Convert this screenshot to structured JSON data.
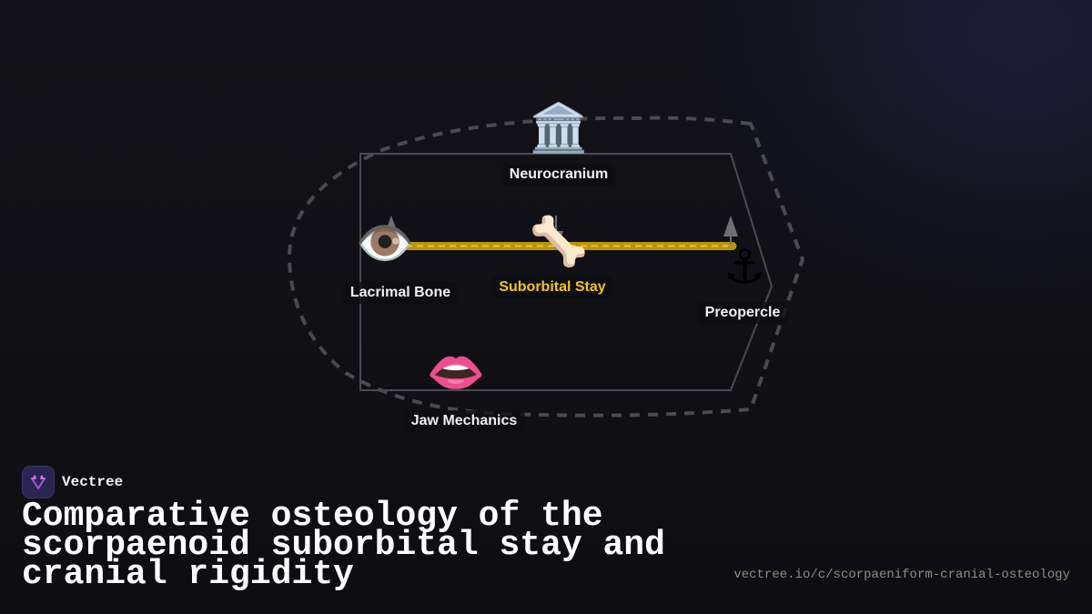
{
  "diagram": {
    "nodes": {
      "neurocranium": {
        "label": "Neurocranium",
        "icon": "classical-building-icon",
        "glyph": "🏛️"
      },
      "lacrimal": {
        "label": "Lacrimal Bone",
        "icon": "eye-icon",
        "glyph": "👁️"
      },
      "suborbital": {
        "label": "Suborbital Stay",
        "icon": "bone-icon",
        "glyph": "🦴"
      },
      "preopercle": {
        "label": "Preopercle",
        "icon": "anchor-icon",
        "glyph": "⚓"
      },
      "jaw": {
        "label": "Jaw Mechanics",
        "icon": "mouth-icon",
        "glyph": "👄"
      }
    },
    "colors": {
      "stay_bar": "#b8950f",
      "stay_dash": "#f5c21b",
      "accent_label": "#f5c21b",
      "outline": "#4a4a52",
      "dashed_hull": "#4a4a4f",
      "arrow": "#6e6e74"
    }
  },
  "brand": {
    "name": "Vectree",
    "logo_icon": "vectree-logo-icon"
  },
  "title": "Comparative osteology of the scorpaenoid suborbital stay and cranial rigidity",
  "url": "vectree.io/c/scorpaeniform-cranial-osteology"
}
